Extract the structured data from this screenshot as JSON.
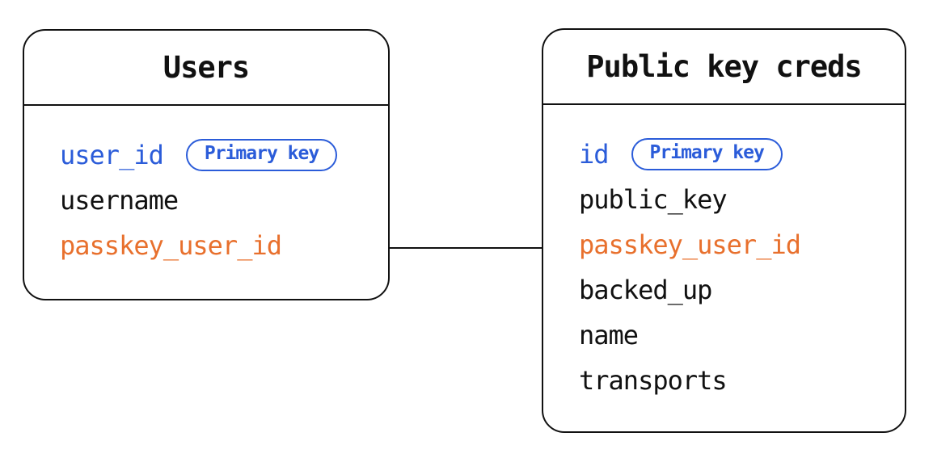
{
  "diagram": {
    "type": "entity-relationship",
    "colors": {
      "primary_key_blue": "#2b5cd9",
      "foreign_key_orange": "#e8702d",
      "line_black": "#111111",
      "background": "#ffffff"
    },
    "relationship": {
      "from": "Users.passkey_user_id",
      "to": "Public key creds.passkey_user_id"
    },
    "tables": [
      {
        "title": "Users",
        "fields": [
          {
            "name": "user_id",
            "role": "primary-key",
            "badge": "Primary key"
          },
          {
            "name": "username",
            "role": "regular"
          },
          {
            "name": "passkey_user_id",
            "role": "foreign-key"
          }
        ]
      },
      {
        "title": "Public key creds",
        "fields": [
          {
            "name": "id",
            "role": "primary-key",
            "badge": "Primary key"
          },
          {
            "name": "public_key",
            "role": "regular"
          },
          {
            "name": "passkey_user_id",
            "role": "foreign-key"
          },
          {
            "name": "backed_up",
            "role": "regular"
          },
          {
            "name": "name",
            "role": "regular"
          },
          {
            "name": "transports",
            "role": "regular"
          }
        ]
      }
    ]
  }
}
